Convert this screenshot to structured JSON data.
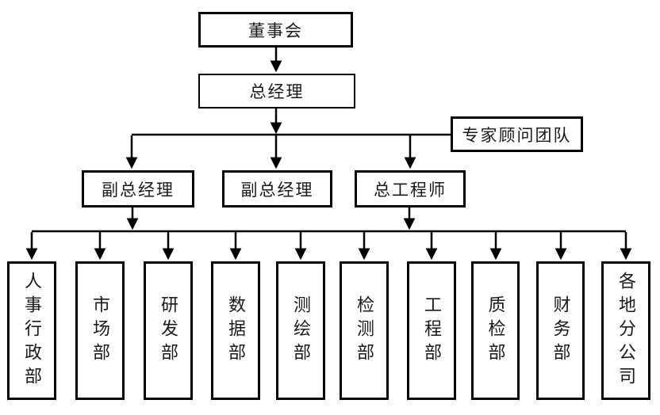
{
  "diagram": {
    "type": "organization-chart",
    "background_color": "#ffffff",
    "line_color": "#000000",
    "box_border_color": "#000000",
    "text_color": "#1a1a1a",
    "nodes": {
      "board": "董事会",
      "general_manager": "总经理",
      "advisor_team": "专家顾问团队",
      "deputy_gm_1": "副总经理",
      "deputy_gm_2": "副总经理",
      "chief_engineer": "总工程师",
      "departments": [
        "人事行政部",
        "市场部",
        "研发部",
        "数据部",
        "测绘部",
        "检测部",
        "工程部",
        "质检部",
        "财务部",
        "各地分公司"
      ]
    },
    "edges": [
      "董事会 → 总经理",
      "总经理 → 副总经理(1)",
      "总经理 → 副总经理(2)",
      "总经理 → 总工程师",
      "总经理 — 专家顾问团队",
      "副总经理(1)/总工程师 → 人事行政部, 市场部, 研发部, 数据部, 测绘部, 检测部, 工程部, 质检部, 财务部, 各地分公司"
    ]
  }
}
